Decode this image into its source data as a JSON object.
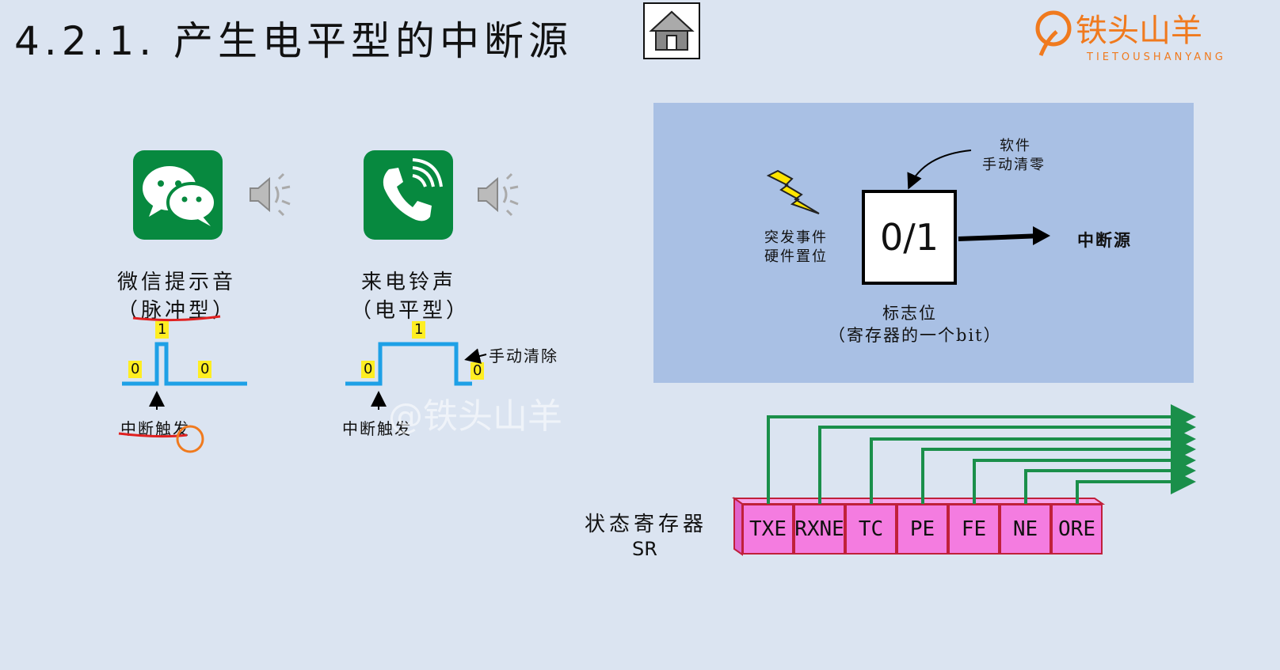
{
  "title": "4.2.1. 产生电平型的中断源",
  "logo": {
    "text": "铁头山羊",
    "subtitle": "TIETOUSHANYANG"
  },
  "watermark": "@铁头山羊",
  "pulse_example": {
    "caption_line1": "微信提示音",
    "caption_line2": "（脉冲型）",
    "bit_low_left": "0",
    "bit_high": "1",
    "bit_low_right": "0",
    "trigger_label": "中断触发"
  },
  "level_example": {
    "caption_line1": "来电铃声",
    "caption_line2": "（电平型）",
    "bit_low_left": "0",
    "bit_high": "1",
    "bit_low_right": "0",
    "trigger_label": "中断触发",
    "clear_label": "手动清除"
  },
  "flag_diagram": {
    "event_line1": "突发事件",
    "event_line2": "硬件置位",
    "software_line1": "软件",
    "software_line2": "手动清零",
    "box_value": "0/1",
    "output_label": "中断源",
    "flag_line1": "标志位",
    "flag_line2": "（寄存器的一个bit）"
  },
  "status_register": {
    "label_line1": "状态寄存器",
    "label_line2": "SR",
    "bits": [
      "TXE",
      "RXNE",
      "TC",
      "PE",
      "FE",
      "NE",
      "ORE"
    ]
  },
  "colors": {
    "background": "#dbe4f1",
    "panel": "#a9c0e4",
    "app_green": "#07893f",
    "signal_blue": "#1ea0e6",
    "register_pink": "#f47ce0",
    "arrow_green": "#1a8f4a",
    "bit_label_yellow": "#ffee22"
  },
  "icons": [
    "home-icon",
    "wechat-icon",
    "phone-icon",
    "speaker-icon",
    "lightning-icon"
  ]
}
